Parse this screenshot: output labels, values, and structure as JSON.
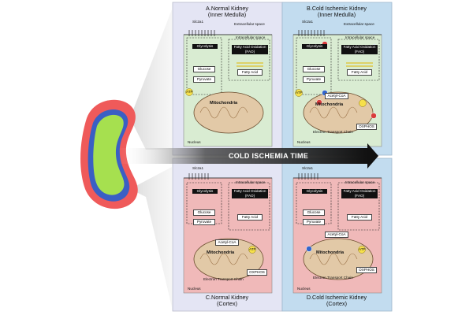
{
  "banner": {
    "text": "COLD ISCHEMIA TIME"
  },
  "panels": [
    {
      "id": "A",
      "title_line1": "A.Normal Kidney",
      "title_line2": "(Inner Medulla)",
      "transporter": "Slc2a1",
      "extracellular": "Extracellular space",
      "intracellular": "Intracellular space",
      "glycolysis": "Glycolysis",
      "fao": "Fatty Acid Oxidation (FAO)",
      "glucose": "Glucose",
      "pyruvate": "Pyruvate",
      "fatty_acid": "Fatty Acid",
      "atp": "ATP",
      "mitochondria": "Mitochondria",
      "nucleus": "Nucleus"
    },
    {
      "id": "B",
      "title_line1": "B.Cold Ischemic Kidney",
      "title_line2": "(Inner Medulla)",
      "transporter": "Slc2a1",
      "extracellular": "Extracellular space",
      "intracellular": "Intracellular space",
      "glycolysis": "Glycolysis",
      "fao": "Fatty Acid Oxidation (FAO)",
      "glucose": "Glucose",
      "pyruvate": "Pyruvate",
      "fatty_acid": "Fatty Acid",
      "acetyl": "Acetyl-CoA",
      "atp": "ATP",
      "mitochondria": "Mitochondria",
      "oxphos": "OXPHOS",
      "etc": "Electron Transport Chain",
      "nucleus": "Nucleus"
    },
    {
      "id": "C",
      "title_line1": "C.Normal Kidney",
      "title_line2": "(Cortex)",
      "transporter": "Slc2a1",
      "intracellular": "Intracellular space",
      "glycolysis": "Glycolysis",
      "fao": "Fatty Acid Oxidation (FAO)",
      "glucose": "Glucose",
      "pyruvate": "Pyruvate",
      "fatty_acid": "Fatty Acid",
      "acetyl": "Acetyl-CoA",
      "atp": "ATP",
      "mitochondria": "Mitochondria",
      "oxphos": "OXPHOS",
      "etc": "Electron Transport Chain",
      "nucleus": "Nucleus"
    },
    {
      "id": "D",
      "title_line1": "D.Cold Ischemic Kidney",
      "title_line2": "(Cortex)",
      "transporter": "Slc2a1",
      "intracellular": "Intracellular space",
      "glycolysis": "Glycolysis",
      "fao": "Fatty Acid Oxidation (FAO)",
      "glucose": "Glucose",
      "pyruvate": "Pyruvate",
      "fatty_acid": "Fatty Acid",
      "acetyl": "Acetyl-CoA",
      "atp": "ATP",
      "mitochondria": "Mitochondria",
      "oxphos": "OXPHOS",
      "etc": "Electron Transport Chain",
      "nucleus": "Nucleus"
    }
  ],
  "colors": {
    "normal_panel_bg": "#e4e5f4",
    "ischemic_panel_bg": "#c2dcef",
    "medulla_cell": "#d9ecd2",
    "cortex_cell": "#f0b9b9",
    "kidney_outer": "#ef5a5a",
    "kidney_middle": "#3a5fc4",
    "kidney_inner": "#a6e04f",
    "arrow": "#1a1a1a"
  }
}
